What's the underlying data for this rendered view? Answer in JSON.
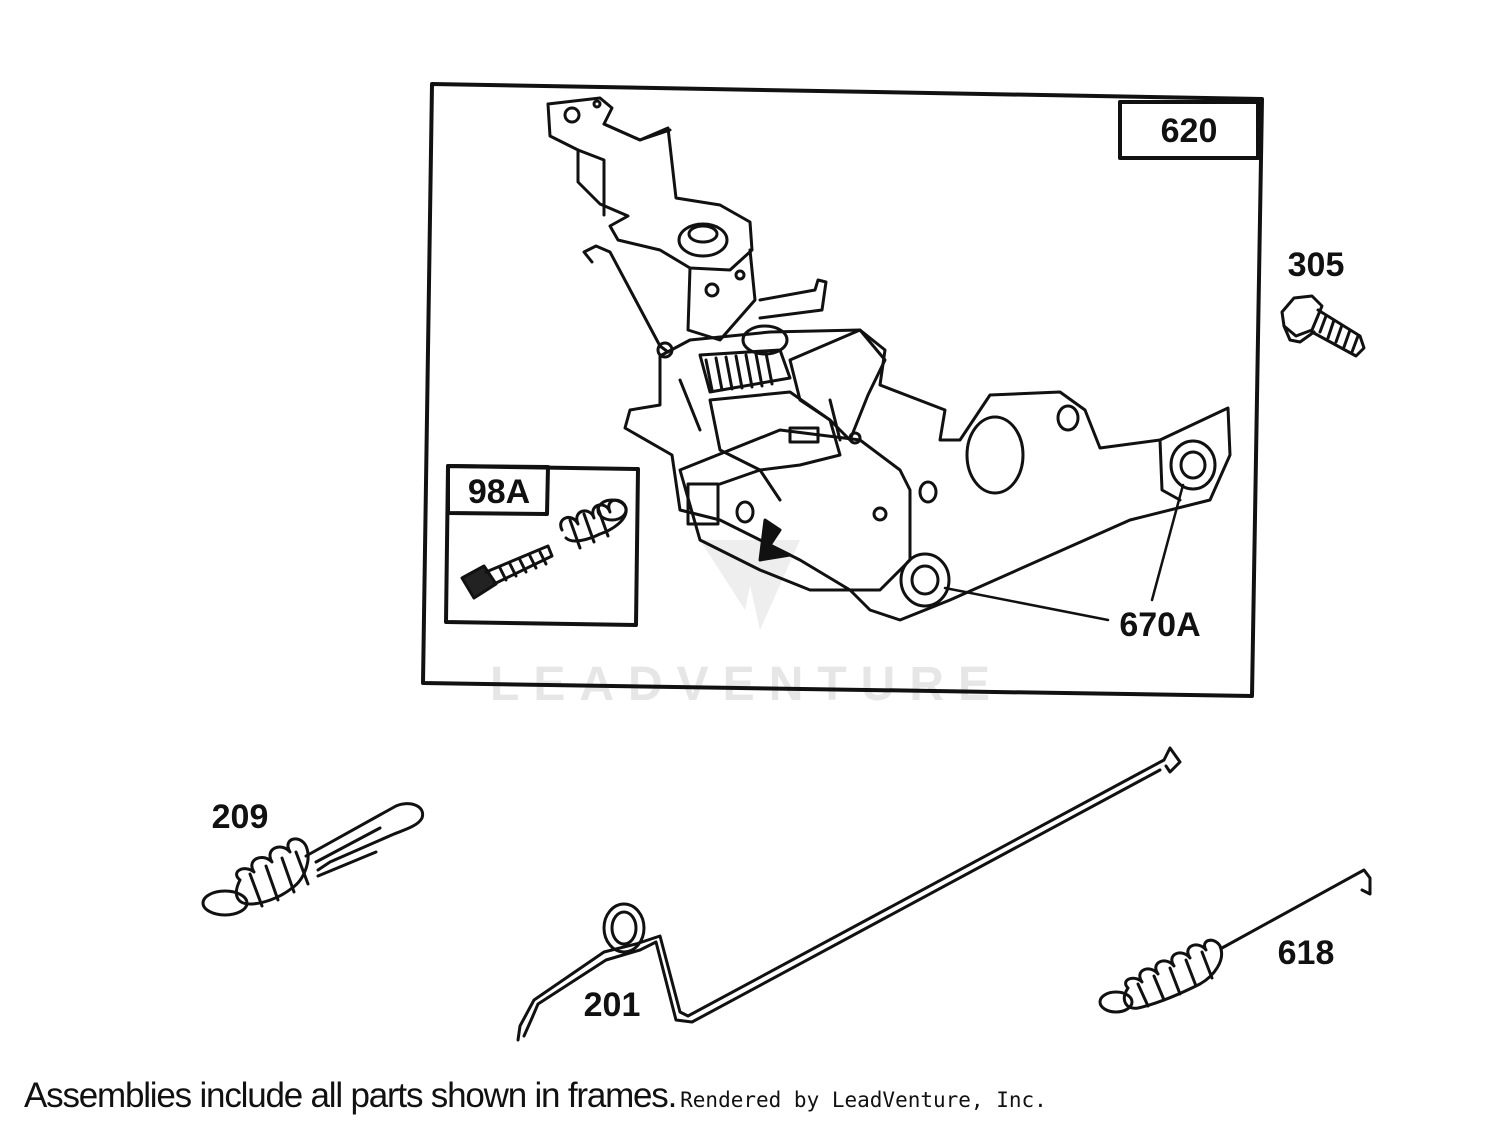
{
  "labels": {
    "assembly": "620",
    "kit": "98A",
    "bolt": "305",
    "bushing": "670A",
    "governor_spring": "209",
    "governor_link": "201",
    "extension_spring": "618"
  },
  "watermark": "LEADVENTURE",
  "footer": {
    "note": "Assemblies include all parts shown in frames.",
    "credit": "Rendered by LeadVenture, Inc."
  },
  "colors": {
    "line": "#111111",
    "watermark": "#e6e6e6"
  }
}
